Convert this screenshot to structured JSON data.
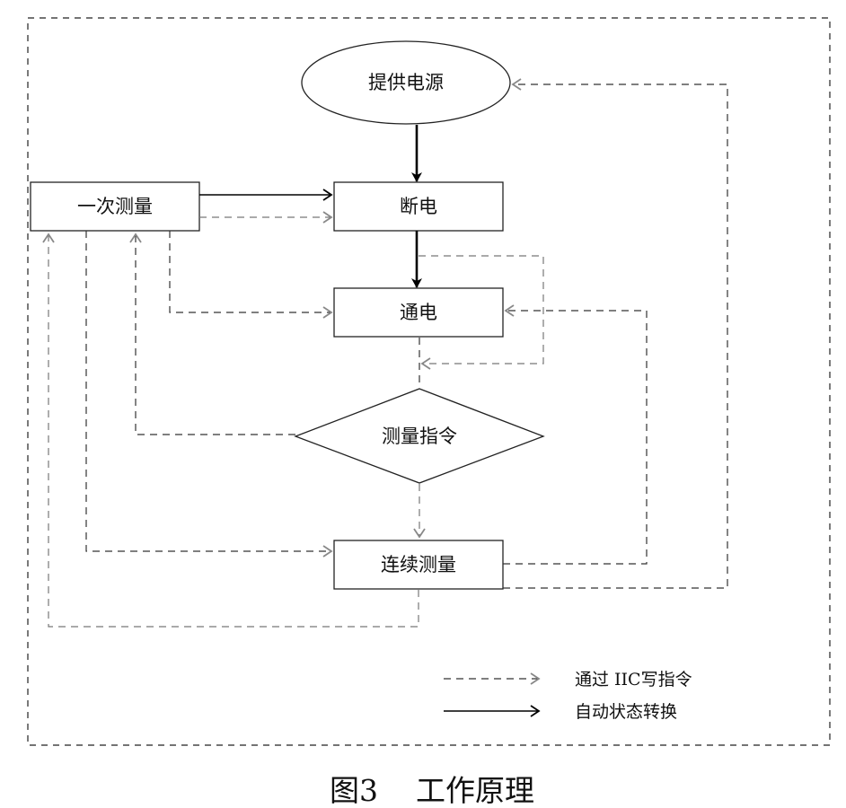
{
  "nodes": {
    "power": "提供电源",
    "power_off": "断电",
    "power_on": "通电",
    "measure_cmd": "测量指令",
    "single_measure": "一次测量",
    "continuous_measure": "连续测量"
  },
  "legend": {
    "iic_label": "通过 IIC写指令",
    "auto_label": "自动状态转换"
  },
  "caption": {
    "figure_number": "图3",
    "title": "工作原理"
  }
}
